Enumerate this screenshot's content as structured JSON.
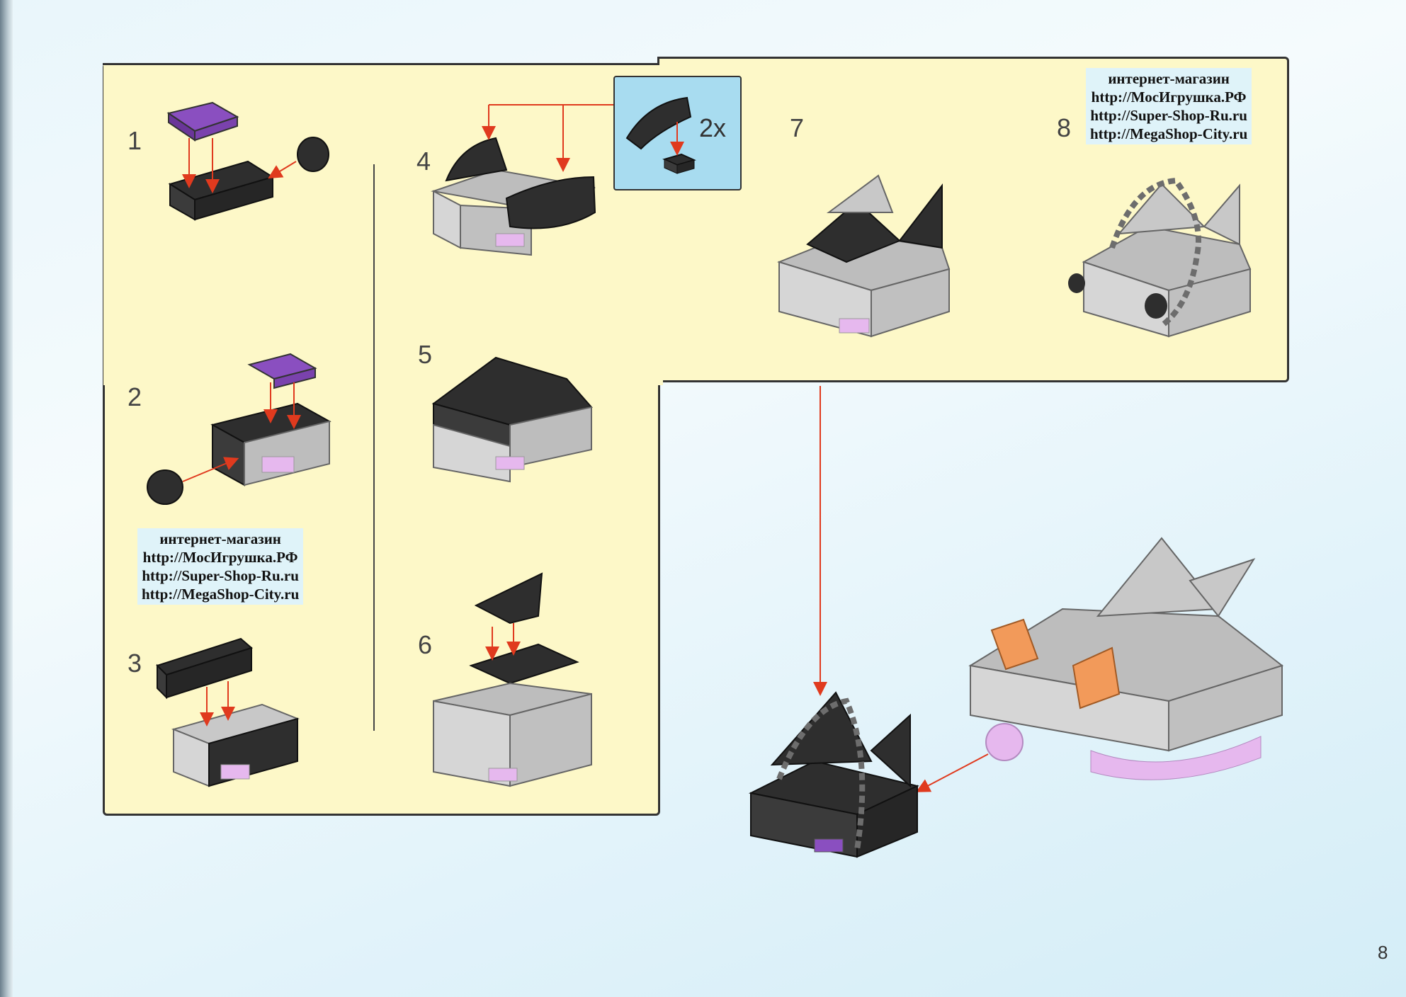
{
  "steps": [
    "1",
    "2",
    "3",
    "4",
    "5",
    "6",
    "7",
    "8"
  ],
  "callout": {
    "count": "2x"
  },
  "shop_blocks": [
    {
      "title": "интернет-магазин",
      "links": [
        "http://МосИгрушка.РФ",
        "http://Super-Shop-Ru.ru",
        "http://MegaShop-City.ru"
      ]
    },
    {
      "title": "интернет-магазин",
      "links": [
        "http://МосИгрушка.РФ",
        "http://Super-Shop-Ru.ru",
        "http://MegaShop-City.ru"
      ]
    }
  ],
  "page_number": "8",
  "colors": {
    "panel": "#fdf8c8",
    "callout": "#a8dcf0",
    "arrow": "#e03a1e",
    "dark_brick": "#2e2e2e",
    "grey_brick": "#b5b5b5",
    "purple_brick": "#8a4fc0",
    "orange_brick": "#f29a5a",
    "pink_brick": "#e6b8ee"
  }
}
